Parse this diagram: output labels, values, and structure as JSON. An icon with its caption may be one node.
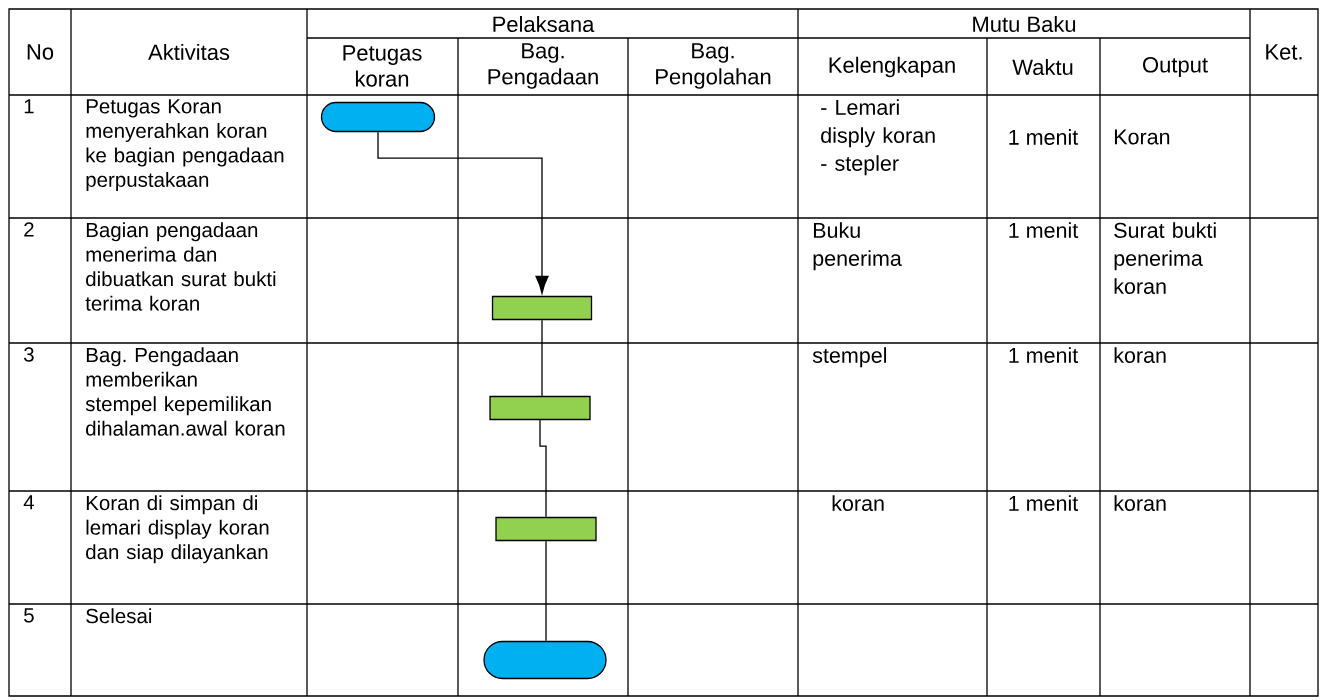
{
  "diagram": {
    "nodes": [
      {
        "text": [],
        "shape": "terminal"
      },
      {
        "text": [],
        "shape": "box"
      },
      {
        "text": [],
        "shape": "box"
      },
      {
        "text": [],
        "shape": "box"
      },
      {
        "text": [],
        "shape": "terminal"
      }
    ],
    "edges": [
      {
        "from": 0,
        "to": 1,
        "arrow": "to"
      },
      {
        "from": 1,
        "to": 2,
        "arrow": "none"
      },
      {
        "from": 2,
        "to": 3,
        "arrow": "none"
      },
      {
        "from": 3,
        "to": 4,
        "arrow": "none"
      }
    ],
    "labels": [
      "No",
      "Aktivitas",
      "Pelaksana",
      "Mutu Baku",
      "Ket.",
      "Petugas koran",
      "Bag. Pengadaan",
      "Bag. Pengolahan",
      "Kelengkapan",
      "Waktu",
      "Output",
      "1",
      "Petugas Koran menyerahkan koran ke bagian pengadaan perpustakaan",
      "- Lemari disply koran",
      "- stepler",
      "1 menit",
      "Koran",
      "2",
      "Bagian pengadaan menerima dan dibuatkan surat bukti terima koran",
      "Buku penerima",
      "1 menit",
      "Surat bukti penerima koran",
      "3",
      "Bag. Pengadaan memberikan stempel kepemilikan dihalaman.awal koran",
      "stempel",
      "1 menit",
      "koran",
      "4",
      "Koran di simpan di lemari display koran dan siap dilayankan",
      "koran",
      "1 menit",
      "koran",
      "5",
      "Selesai"
    ]
  }
}
